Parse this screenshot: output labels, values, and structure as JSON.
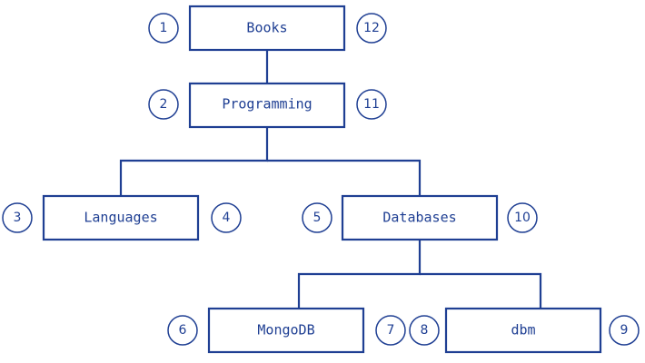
{
  "diagram": {
    "colors": {
      "stroke": "#1f3f93",
      "text": "#1f3f93",
      "background": "#ffffff"
    },
    "nodes": [
      {
        "label": "Books",
        "left_number": "1",
        "right_number": "12"
      },
      {
        "label": "Programming",
        "left_number": "2",
        "right_number": "11"
      },
      {
        "label": "Languages",
        "left_number": "3",
        "right_number": "4"
      },
      {
        "label": "Databases",
        "left_number": "5",
        "right_number": "10"
      },
      {
        "label": "MongoDB",
        "left_number": "6",
        "right_number": "7"
      },
      {
        "label": "dbm",
        "left_number": "8",
        "right_number": "9"
      }
    ],
    "edges": [
      {
        "from": "Books",
        "to": "Programming"
      },
      {
        "from": "Programming",
        "to": "Languages"
      },
      {
        "from": "Programming",
        "to": "Databases"
      },
      {
        "from": "Databases",
        "to": "MongoDB"
      },
      {
        "from": "Databases",
        "to": "dbm"
      }
    ]
  }
}
